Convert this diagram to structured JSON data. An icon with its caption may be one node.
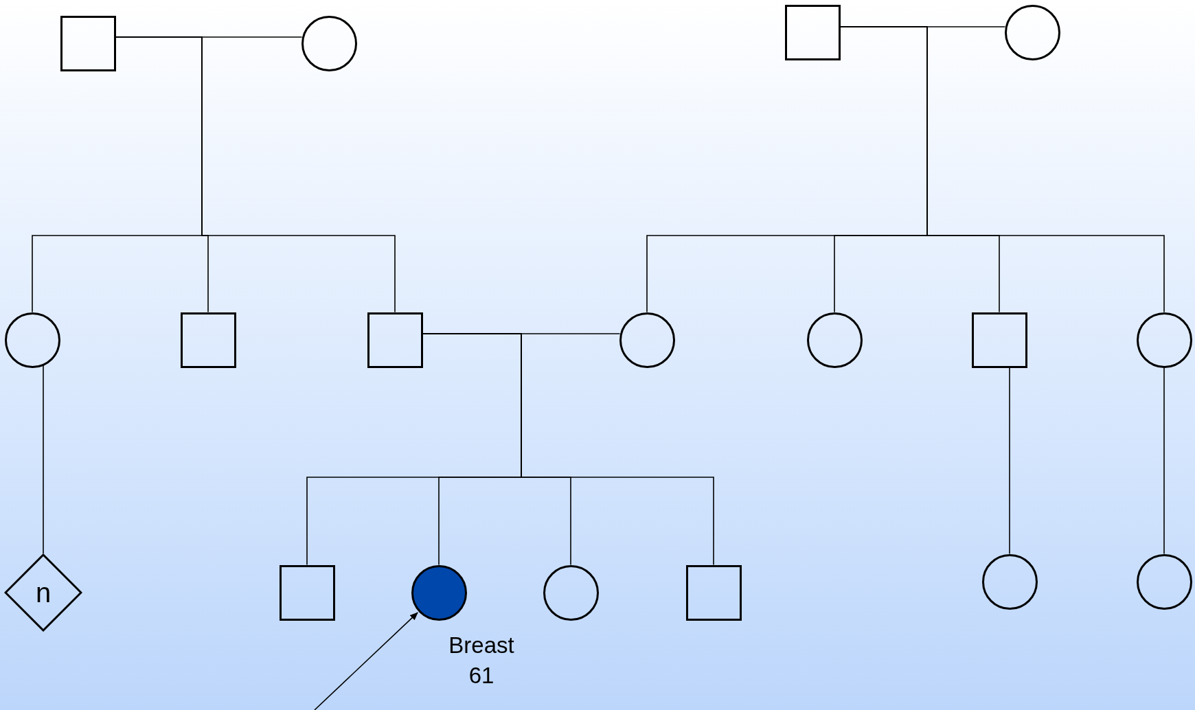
{
  "diagram": {
    "nodes": [
      {
        "text": [],
        "shape": "box"
      },
      {
        "text": [],
        "shape": "circle"
      },
      {
        "text": [],
        "shape": "box"
      },
      {
        "text": [],
        "shape": "circle"
      },
      {
        "text": [],
        "shape": "circle"
      },
      {
        "text": [],
        "shape": "box"
      },
      {
        "text": [],
        "shape": "box"
      },
      {
        "text": [],
        "shape": "circle"
      },
      {
        "text": [],
        "shape": "circle"
      },
      {
        "text": [],
        "shape": "box"
      },
      {
        "text": [],
        "shape": "circle"
      },
      {
        "text": [
          "n"
        ]
      },
      {
        "text": [],
        "shape": "box"
      },
      {
        "text": [],
        "shape": "circle",
        "beside": [
          "Breast",
          "61"
        ]
      },
      {
        "text": [],
        "shape": "circle"
      },
      {
        "text": [],
        "shape": "box"
      },
      {
        "text": [],
        "shape": "circle"
      },
      {
        "text": [],
        "shape": "circle"
      }
    ],
    "edges": [
      {
        "from": 0,
        "to": 1,
        "arrow": "none"
      },
      {
        "from": 2,
        "to": 3,
        "arrow": "none"
      },
      {
        "from": 6,
        "to": 7,
        "arrow": "none"
      },
      {
        "from": 0,
        "to": 4,
        "arrow": "none"
      },
      {
        "from": 0,
        "to": 5,
        "arrow": "none"
      },
      {
        "from": 0,
        "to": 6,
        "arrow": "none"
      },
      {
        "from": 2,
        "to": 7,
        "arrow": "none"
      },
      {
        "from": 2,
        "to": 8,
        "arrow": "none"
      },
      {
        "from": 2,
        "to": 9,
        "arrow": "none"
      },
      {
        "from": 2,
        "to": 10,
        "arrow": "none"
      },
      {
        "from": 6,
        "to": 12,
        "arrow": "none"
      },
      {
        "from": 6,
        "to": 13,
        "arrow": "none"
      },
      {
        "from": 6,
        "to": 14,
        "arrow": "none"
      },
      {
        "from": 6,
        "to": 15,
        "arrow": "none"
      },
      {
        "from": 4,
        "to": 11,
        "arrow": "none"
      },
      {
        "from": 9,
        "to": 16,
        "arrow": "none"
      },
      {
        "from": 10,
        "to": 17,
        "arrow": "none"
      },
      {
        "from": null,
        "to": 13,
        "arrow": "to"
      }
    ]
  }
}
